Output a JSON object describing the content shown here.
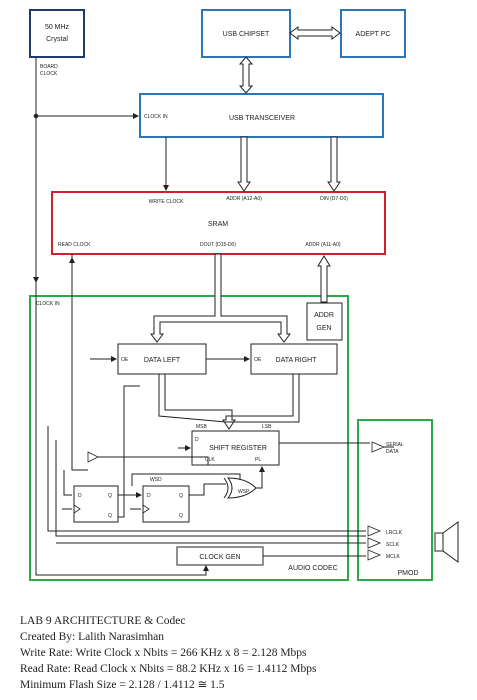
{
  "blocks": {
    "crystal_line1": "50 MHz",
    "crystal_line2": "Crystal",
    "usb_chipset": "USB CHIPSET",
    "adept_pc": "ADEPT PC",
    "usb_transceiver": "USB TRANSCEIVER",
    "sram": "SRAM",
    "addr_gen_line1": "ADDR",
    "addr_gen_line2": "GEN",
    "data_left": "DATA LEFT",
    "data_right": "DATA RIGHT",
    "shift_register": "SHIFT REGISTER",
    "clock_gen": "CLOCK GEN",
    "audio_codec": "AUDIO CODEC",
    "pmod": "PMOD"
  },
  "signals": {
    "board_clock_1": "BOARD",
    "board_clock_2": "CLOCK",
    "clock_in_transceiver": "CLOCK IN",
    "write_clock": "WRITE CLOCK",
    "addr_a12_a0": "ADDR (A12-A0)",
    "din_d7_d0": "DIN (D7-D0)",
    "read_clock": "READ CLOCK",
    "dout_d15_d0": "DOUT (D15-D0)",
    "addr_a11_a0": "ADDR (A11-A0)",
    "clock_in_codec": "CLOCK IN",
    "oe_left": "OE",
    "oe_right": "OE",
    "msb": "MSB",
    "lsb": "LSB",
    "sr_d": "D",
    "sr_clk": "CLK",
    "sr_pl": "PL",
    "wsd": "WSD",
    "wsp": "WSP",
    "serial_data_1": "SERIAL",
    "serial_data_2": "DATA",
    "lrclk": "LRCLK",
    "sclk": "SCLK",
    "mclk": "MCLK",
    "ff1_d": "D",
    "ff1_q": "Q",
    "ff1_qn": "Q",
    "ff2_d": "D",
    "ff2_q": "Q",
    "ff2_qn": "Q"
  },
  "caption": {
    "line1": "LAB 9 ARCHITECTURE & Codec",
    "line2": "Created By: Lalith Narasimhan",
    "line3": "Write Rate: Write Clock x Nbits = 266 KHz x 8 = 2.128 Mbps",
    "line4": "Read Rate: Read Clock x Nbits = 88.2 KHz x 16 = 1.4112 Mbps",
    "line5": "Minimum Flash Size = 2.128 / 1.4112 ≅ 1.5"
  },
  "colors": {
    "crystal_border": "#1f3b6e",
    "usb_border": "#2e75b6",
    "sram_border": "#d21f2b",
    "codec_border": "#2aa84a",
    "wire": "#222222"
  }
}
